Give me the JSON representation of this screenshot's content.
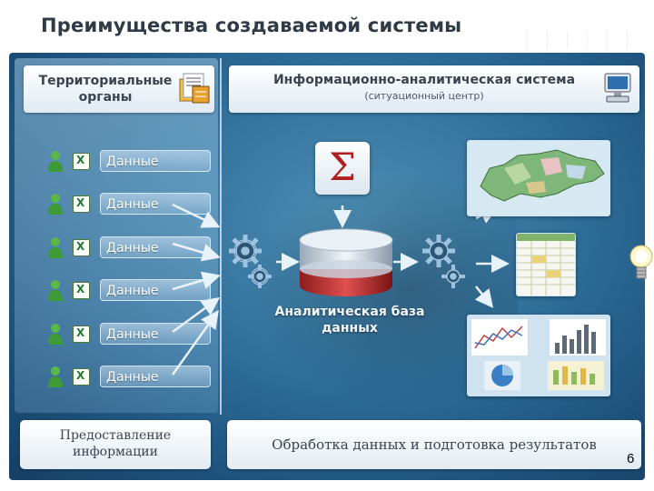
{
  "slide": {
    "title": "Преимущества создаваемой системы",
    "page_number": "6"
  },
  "left_panel": {
    "header": "Территориальные органы",
    "rows": [
      {
        "label": "Данные"
      },
      {
        "label": "Данные"
      },
      {
        "label": "Данные"
      },
      {
        "label": "Данные"
      },
      {
        "label": "Данные"
      },
      {
        "label": "Данные"
      }
    ],
    "footer": "Предоставление информации"
  },
  "right_panel": {
    "header": "Информационно-аналитическая система",
    "subheader": "(ситуационный центр)",
    "database_label": "Аналитическая база данных",
    "footer": "Обработка данных и подготовка результатов"
  },
  "icons": {
    "sigma": "Σ",
    "excel": "X"
  },
  "colors": {
    "panel_blue": "#2d6d98",
    "sigma_red": "#b01f1f",
    "excel_green": "#1f7a2e"
  }
}
